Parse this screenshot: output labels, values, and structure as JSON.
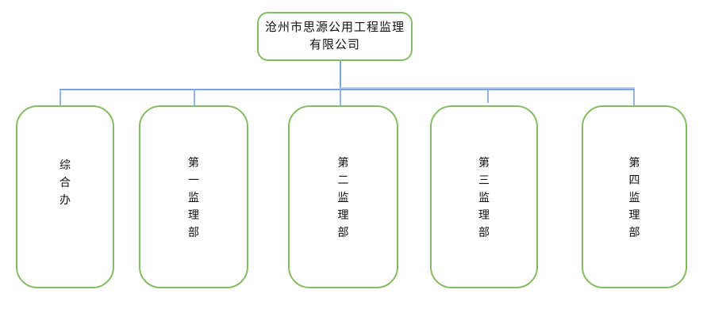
{
  "colors": {
    "box_border": "#85bc63",
    "connector": "#7ea5d5",
    "connector_light": "#b5cdea",
    "connector_drop": "#93b4df",
    "text": "#111111",
    "background": "#ffffff"
  },
  "org_chart": {
    "root": {
      "title": "沧州市思源公用工程监理有限公司",
      "title_lines": [
        "沧州市思源公用工程监理",
        "有限公司"
      ]
    },
    "departments": [
      {
        "label": "综合办"
      },
      {
        "label": "第一监理部"
      },
      {
        "label": "第二监理部"
      },
      {
        "label": "第三监理部"
      },
      {
        "label": "第四监理部"
      }
    ]
  }
}
